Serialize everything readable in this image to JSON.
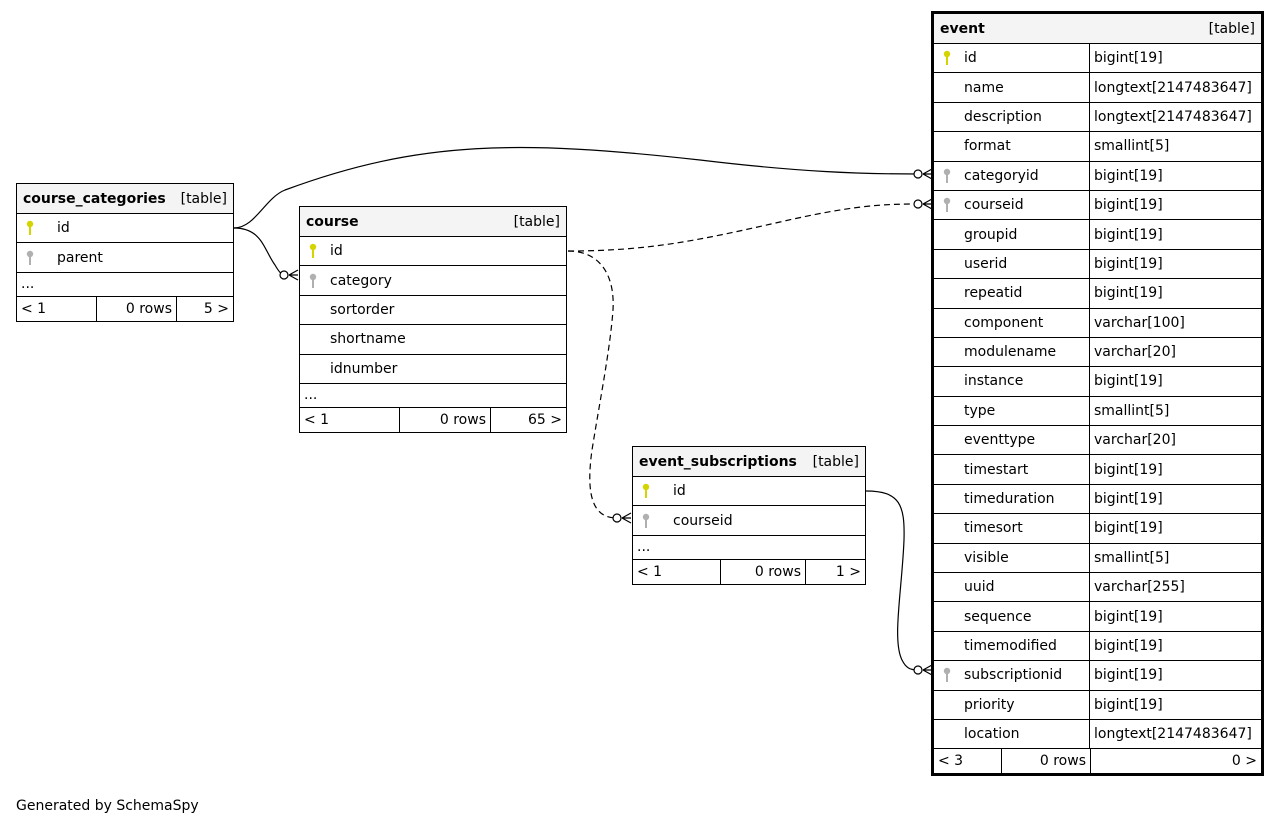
{
  "colors": {
    "pk_key": "#d4d400",
    "fk_key": "#b0b0b0",
    "header_bg": "#f4f4f4"
  },
  "tables": {
    "course_categories": {
      "name": "course_categories",
      "kind": "[table]",
      "columns": [
        {
          "name": "id",
          "key": "pk"
        },
        {
          "name": "parent",
          "key": "fk"
        }
      ],
      "ellipsis": "...",
      "footer": {
        "prev": "< 1",
        "rows": "0 rows",
        "next": "5 >"
      }
    },
    "course": {
      "name": "course",
      "kind": "[table]",
      "columns": [
        {
          "name": "id",
          "key": "pk"
        },
        {
          "name": "category",
          "key": "fk"
        },
        {
          "name": "sortorder",
          "key": ""
        },
        {
          "name": "shortname",
          "key": ""
        },
        {
          "name": "idnumber",
          "key": ""
        }
      ],
      "ellipsis": "...",
      "footer": {
        "prev": "< 1",
        "rows": "0 rows",
        "next": "65 >"
      }
    },
    "event_subscriptions": {
      "name": "event_subscriptions",
      "kind": "[table]",
      "columns": [
        {
          "name": "id",
          "key": "pk"
        },
        {
          "name": "courseid",
          "key": "fk"
        }
      ],
      "ellipsis": "...",
      "footer": {
        "prev": "< 1",
        "rows": "0 rows",
        "next": "1 >"
      }
    },
    "event": {
      "name": "event",
      "kind": "[table]",
      "columns": [
        {
          "name": "id",
          "type": "bigint[19]",
          "key": "pk"
        },
        {
          "name": "name",
          "type": "longtext[2147483647]",
          "key": ""
        },
        {
          "name": "description",
          "type": "longtext[2147483647]",
          "key": ""
        },
        {
          "name": "format",
          "type": "smallint[5]",
          "key": ""
        },
        {
          "name": "categoryid",
          "type": "bigint[19]",
          "key": "fk"
        },
        {
          "name": "courseid",
          "type": "bigint[19]",
          "key": "fk"
        },
        {
          "name": "groupid",
          "type": "bigint[19]",
          "key": ""
        },
        {
          "name": "userid",
          "type": "bigint[19]",
          "key": ""
        },
        {
          "name": "repeatid",
          "type": "bigint[19]",
          "key": ""
        },
        {
          "name": "component",
          "type": "varchar[100]",
          "key": ""
        },
        {
          "name": "modulename",
          "type": "varchar[20]",
          "key": ""
        },
        {
          "name": "instance",
          "type": "bigint[19]",
          "key": ""
        },
        {
          "name": "type",
          "type": "smallint[5]",
          "key": ""
        },
        {
          "name": "eventtype",
          "type": "varchar[20]",
          "key": ""
        },
        {
          "name": "timestart",
          "type": "bigint[19]",
          "key": ""
        },
        {
          "name": "timeduration",
          "type": "bigint[19]",
          "key": ""
        },
        {
          "name": "timesort",
          "type": "bigint[19]",
          "key": ""
        },
        {
          "name": "visible",
          "type": "smallint[5]",
          "key": ""
        },
        {
          "name": "uuid",
          "type": "varchar[255]",
          "key": ""
        },
        {
          "name": "sequence",
          "type": "bigint[19]",
          "key": ""
        },
        {
          "name": "timemodified",
          "type": "bigint[19]",
          "key": ""
        },
        {
          "name": "subscriptionid",
          "type": "bigint[19]",
          "key": "fk"
        },
        {
          "name": "priority",
          "type": "bigint[19]",
          "key": ""
        },
        {
          "name": "location",
          "type": "longtext[2147483647]",
          "key": ""
        }
      ],
      "footer": {
        "prev": "< 3",
        "rows": "0 rows",
        "next": "0 >"
      }
    }
  },
  "relationships": [
    {
      "from": "course_categories.id",
      "to": "event.categoryid",
      "style": "solid"
    },
    {
      "from": "course_categories.id",
      "to": "course.category",
      "style": "solid"
    },
    {
      "from": "course.id",
      "to": "event.courseid",
      "style": "dashed"
    },
    {
      "from": "course.id",
      "to": "event_subscriptions.courseid",
      "style": "dashed"
    },
    {
      "from": "event_subscriptions.id",
      "to": "event.subscriptionid",
      "style": "solid"
    }
  ],
  "footer_note": "Generated by SchemaSpy"
}
